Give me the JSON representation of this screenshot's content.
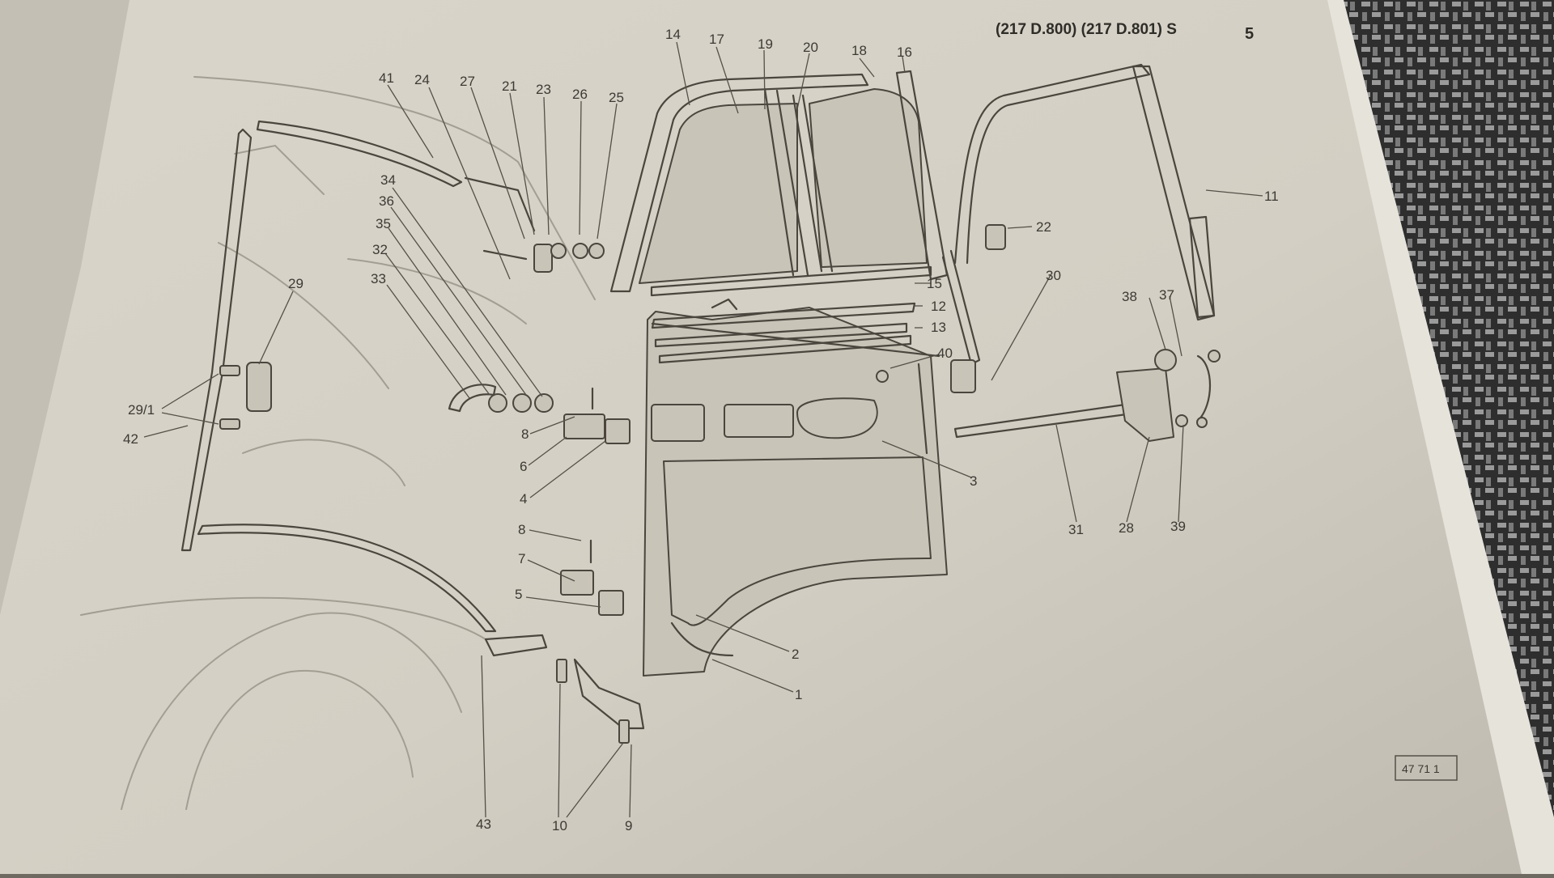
{
  "header": {
    "title": "(217 D.800) (217 D.801) S",
    "suffix": "5"
  },
  "footer": {
    "code": "47 71 1"
  },
  "callouts": [
    {
      "label": "14"
    },
    {
      "label": "17"
    },
    {
      "label": "19"
    },
    {
      "label": "20"
    },
    {
      "label": "18"
    },
    {
      "label": "16"
    },
    {
      "label": "41"
    },
    {
      "label": "24"
    },
    {
      "label": "27"
    },
    {
      "label": "21"
    },
    {
      "label": "23"
    },
    {
      "label": "26"
    },
    {
      "label": "25"
    },
    {
      "label": "34"
    },
    {
      "label": "36"
    },
    {
      "label": "35"
    },
    {
      "label": "32"
    },
    {
      "label": "33"
    },
    {
      "label": "29"
    },
    {
      "label": "29/1"
    },
    {
      "label": "42"
    },
    {
      "label": "15"
    },
    {
      "label": "12"
    },
    {
      "label": "13"
    },
    {
      "label": "40"
    },
    {
      "label": "22"
    },
    {
      "label": "11"
    },
    {
      "label": "30"
    },
    {
      "label": "38"
    },
    {
      "label": "37"
    },
    {
      "label": "31"
    },
    {
      "label": "28"
    },
    {
      "label": "39"
    },
    {
      "label": "8"
    },
    {
      "label": "6"
    },
    {
      "label": "4"
    },
    {
      "label": "3"
    },
    {
      "label": "8"
    },
    {
      "label": "7"
    },
    {
      "label": "5"
    },
    {
      "label": "2"
    },
    {
      "label": "1"
    },
    {
      "label": "43"
    },
    {
      "label": "10"
    },
    {
      "label": "9"
    }
  ]
}
